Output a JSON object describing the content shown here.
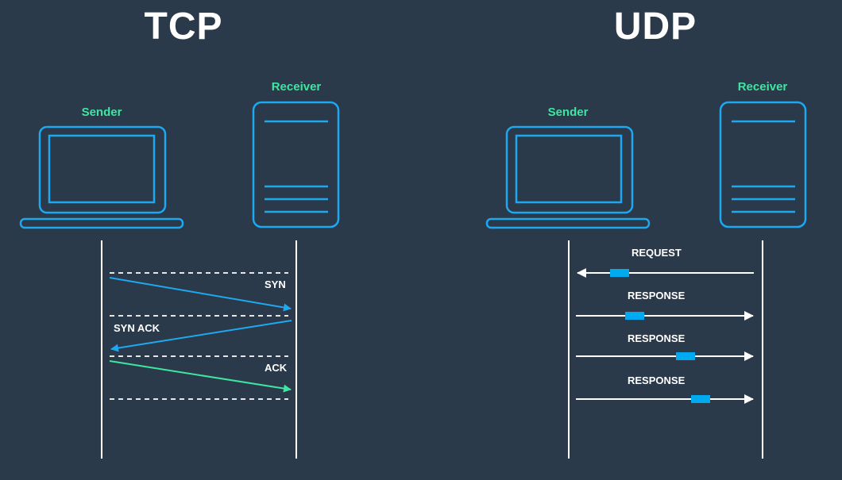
{
  "tcp": {
    "title": "TCP",
    "sender_label": "Sender",
    "receiver_label": "Receiver",
    "messages": {
      "syn": "SYN",
      "syn_ack": "SYN ACK",
      "ack": "ACK"
    }
  },
  "udp": {
    "title": "UDP",
    "sender_label": "Sender",
    "receiver_label": "Receiver",
    "messages": {
      "request": "REQUEST",
      "response_1": "RESPONSE",
      "response_2": "RESPONSE",
      "response_3": "RESPONSE"
    }
  },
  "colors": {
    "background": "#2a3a4a",
    "device_stroke": "#1ea8ef",
    "label_green": "#3ee6a0",
    "line_white": "#ffffff",
    "arrow_blue": "#1ea8ef",
    "arrow_green": "#3ee6a0",
    "packet_blue": "#00aaee"
  }
}
